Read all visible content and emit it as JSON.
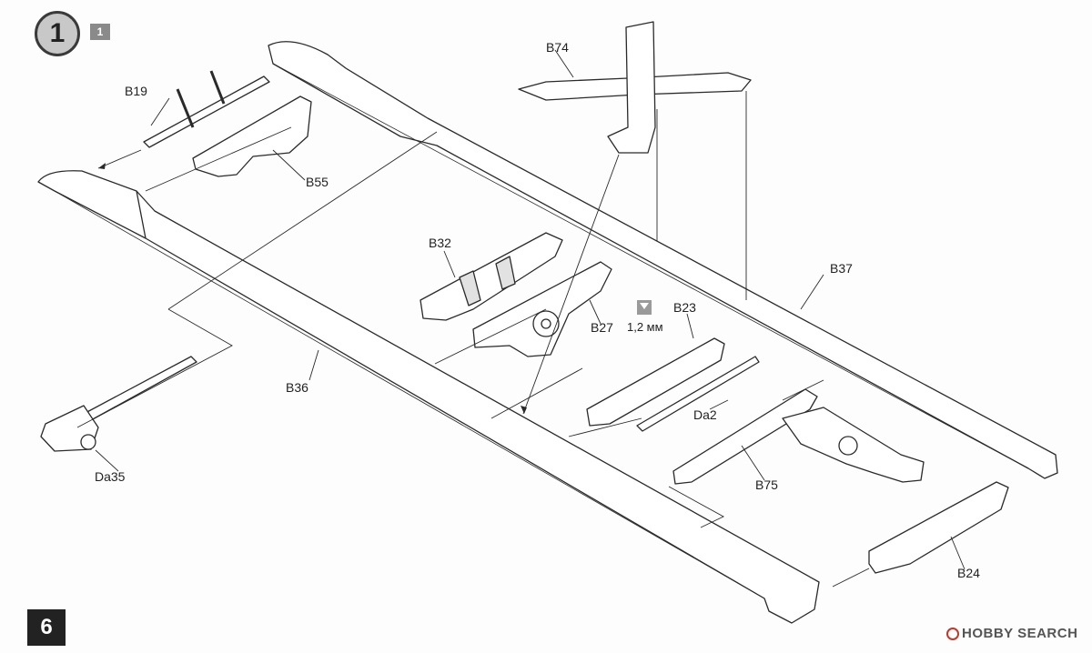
{
  "step": {
    "number": "1",
    "sub": "1"
  },
  "page_number": "6",
  "parts": {
    "B74": "B74",
    "B19": "B19",
    "B55": "B55",
    "B32": "B32",
    "B27": "B27",
    "B23": "B23",
    "B37": "B37",
    "B36": "B36",
    "Da2": "Da2",
    "Da35": "Da35",
    "B75": "B75",
    "B24": "B24"
  },
  "note": "1,2 мм",
  "watermark": "HOBBY SEARCH",
  "colors": {
    "line": "#2a2a2a",
    "part_fill": "#ffffff",
    "shade": "#e2e2e2",
    "badge": "#c8c8c8"
  }
}
